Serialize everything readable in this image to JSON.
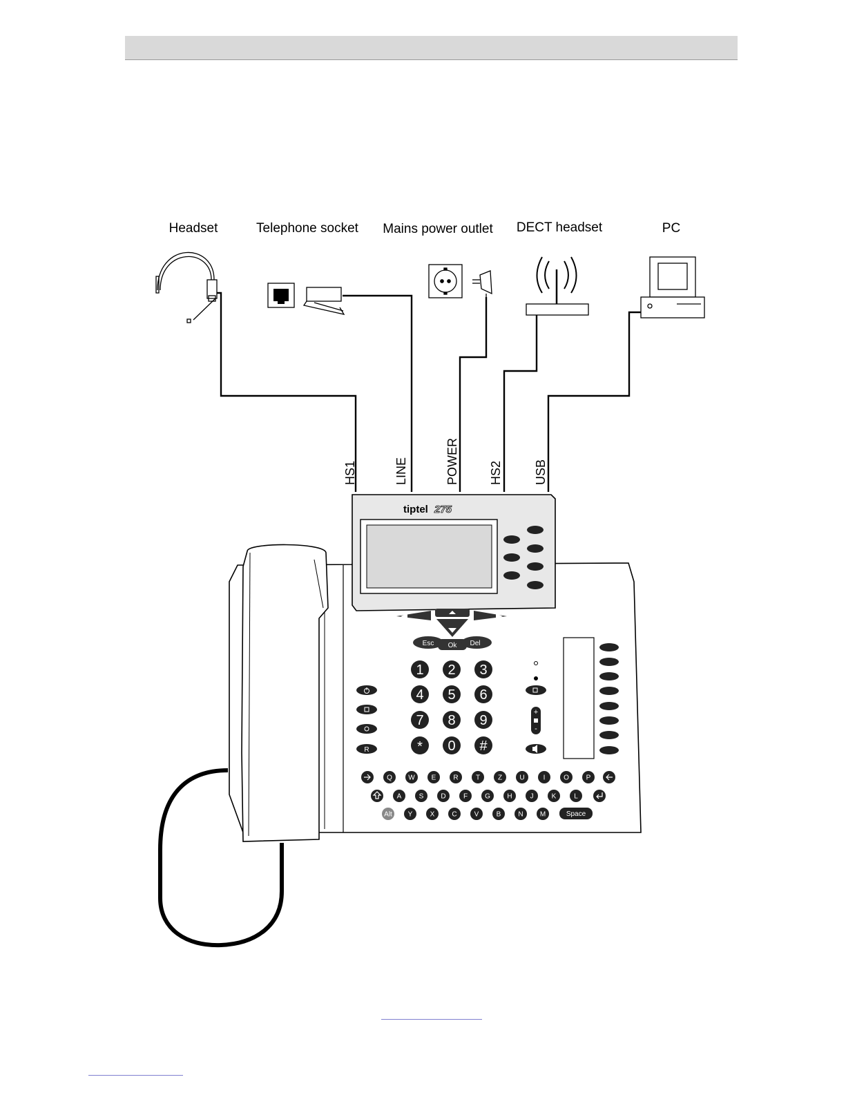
{
  "header": {
    "text": ""
  },
  "devices": {
    "headset": "Headset",
    "telephone_socket": "Telephone  socket",
    "mains_power_outlet": "Mains  power  outlet",
    "dect_headset": "DECT  headset",
    "pc": "PC"
  },
  "ports": {
    "hs1": "HS1",
    "line": "LINE",
    "power": "POWER",
    "hs2": "HS2",
    "usb": "USB"
  },
  "phone": {
    "brand": "tiptel",
    "model": "275",
    "nav_keys": {
      "esc": "Esc",
      "ok": "Ok",
      "del": "Del"
    },
    "digits": [
      "1",
      "2",
      "3",
      "4",
      "5",
      "6",
      "7",
      "8",
      "9",
      "*",
      "0",
      "#"
    ],
    "left_keys": {
      "r": "R"
    },
    "keyboard_rows": [
      [
        "Q",
        "W",
        "E",
        "R",
        "T",
        "Z",
        "U",
        "I",
        "O",
        "P"
      ],
      [
        "A",
        "S",
        "D",
        "F",
        "G",
        "H",
        "J",
        "K",
        "L"
      ],
      [
        "Y",
        "X",
        "C",
        "V",
        "B",
        "N",
        "M"
      ]
    ],
    "alt_key": "Alt",
    "space_key": "Space"
  }
}
